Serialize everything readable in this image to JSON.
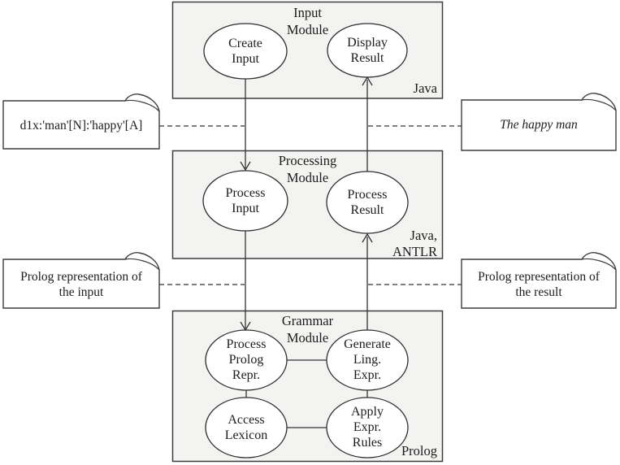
{
  "diagram_title": "system-architecture-diagram",
  "modules": {
    "input": {
      "title": "Input\nModule",
      "tech": "Java"
    },
    "processing": {
      "title": "Processing\nModule",
      "tech": "Java,\nANTLR"
    },
    "grammar": {
      "title": "Grammar\nModule",
      "tech": "Prolog"
    }
  },
  "nodes": {
    "create_input": "Create\nInput",
    "display_result": "Display\nResult",
    "process_input": "Process\nInput",
    "process_result": "Process\nResult",
    "process_prolog_repr": "Process\nProlog\nRepr.",
    "generate_ling_expr": "Generate\nLing.\nExpr.",
    "access_lexicon": "Access\nLexicon",
    "apply_expr_rules": "Apply\nExpr.\nRules"
  },
  "notes": {
    "input_example": "d1x:'man'[N]:'happy'[A]",
    "result_example": "The happy man",
    "prolog_input": "Prolog representation of\nthe input",
    "prolog_result": "Prolog representation of\nthe result"
  },
  "colors": {
    "module_fill": "#f3f3f1",
    "stroke": "#3a3a3a",
    "node_fill": "#ffffff",
    "text": "#1c1c1c"
  }
}
